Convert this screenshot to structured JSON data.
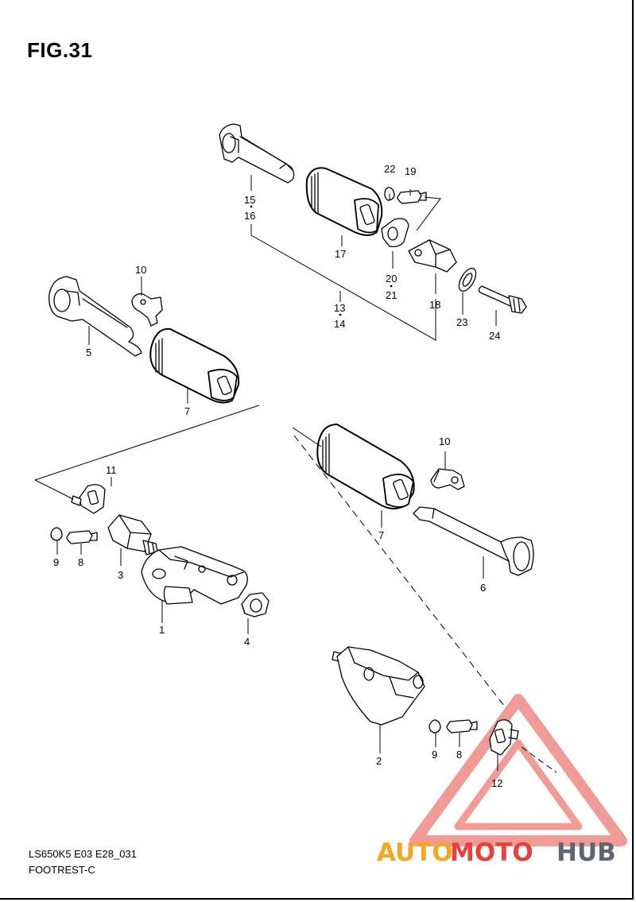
{
  "figure": {
    "title": "FIG.31",
    "drawing_code": "LS650K5 E03 E28_031",
    "section_name": "FOOTREST-C"
  },
  "callouts": {
    "c1": "1",
    "c2": "2",
    "c3": "3",
    "c4": "4",
    "c5": "5",
    "c6": "6",
    "c7a": "7",
    "c7b": "7",
    "c8a": "8",
    "c8b": "8",
    "c9a": "9",
    "c9b": "9",
    "c10a": "10",
    "c10b": "10",
    "c11": "11",
    "c12": "12",
    "c13": "13",
    "c14": "14",
    "c15": "15",
    "c16": "16",
    "c17": "17",
    "c18": "18",
    "c19": "19",
    "c20": "20",
    "c21": "21",
    "c22": "22",
    "c23": "23",
    "c24": "24"
  },
  "watermark": {
    "part1": "AUTO",
    "part2": "MOTO",
    "part3": "HUB",
    "colors": {
      "orange": "#f5a623",
      "red": "#e8403a",
      "gray": "#5f6670",
      "triangle": "#ef8a86"
    }
  }
}
